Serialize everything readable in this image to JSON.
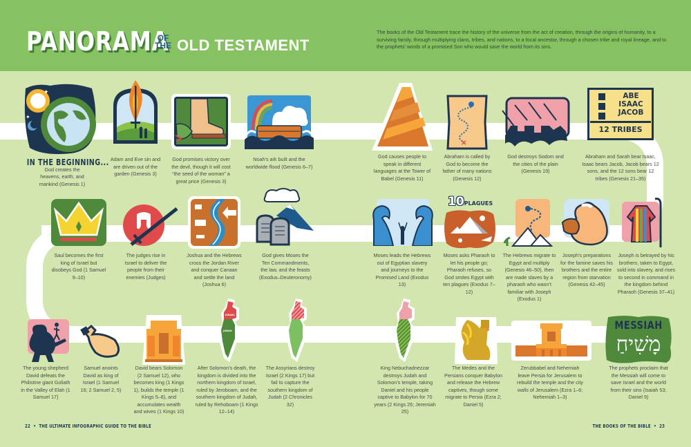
{
  "header": {
    "title_main": "PANORAMA",
    "title_of": "OF",
    "title_the": "THE",
    "title_sub": "OLD TESTAMENT",
    "intro": "The books of the Old Testament trace the history of the universe from the act of creation, through the origins of humanity, to a surviving family, through multiplying clans, tribes, and nations, to a focal ancestor, through a chosen tribe and royal lineage, and to the prophets' words of a promised Son who would save the world from its sins."
  },
  "colors": {
    "header_bg": "#86c262",
    "page_bg": "#d3e6b0",
    "path": "#ffffff",
    "navy": "#1f3a4d",
    "orange": "#d9782d",
    "red": "#e04a4a",
    "dark_green": "#4f8a3c"
  },
  "timeline": {
    "row1": [
      {
        "icon": "earth-sun-moon-icon",
        "heading": "IN THE BEGINNING...",
        "caption": "God creates the heavens, earth, and mankind (Genesis 1)"
      },
      {
        "icon": "flaming-sword-garden-icon",
        "caption": "Adam and Eve sin and are driven out of the garden (Genesis 3)"
      },
      {
        "icon": "foot-crushing-serpent-icon",
        "caption": "God promises victory over the devil, though it will cost “the seed of the woman” a great price (Genesis 3)"
      },
      {
        "icon": "ark-rainbow-icon",
        "caption": "Noah’s ark built and the worldwide flood (Genesis 6–7)"
      },
      {
        "icon": "tower-of-babel-icon",
        "caption": "God causes people to speak in different languages at the Tower of Babel (Genesis 11)"
      },
      {
        "icon": "journey-map-icon",
        "caption": "Abraham is called by God to become the father of many nations (Genesis 12)"
      },
      {
        "icon": "burning-city-icon",
        "caption": "God destroys Sodom and the cities of the plain (Genesis 19)"
      },
      {
        "icon": "patriarchs-sign-icon",
        "sign_lines": [
          "ABE",
          "ISAAC",
          "JACOB"
        ],
        "sign_footer": "12 TRIBES",
        "caption": "Abraham and Sarah bear Isaac, Isaac bears Jacob, Jacob bears 12 sons, and the 12 sons bear 12 tribes (Genesis 21–35)"
      }
    ],
    "row2": [
      {
        "icon": "crown-icon",
        "caption": "Saul becomes the first king of Israel but disobeys God (1 Samuel 9–10)"
      },
      {
        "icon": "helmet-sword-icon",
        "caption": "The judges rise in Israel to deliver the people from their enemies (Judges)"
      },
      {
        "icon": "jordan-river-crossing-icon",
        "caption": "Joshua and the Hebrews cross the Jordan River and conquer Canaan and settle the land (Joshua 6)"
      },
      {
        "icon": "stone-tablets-mountain-icon",
        "caption": "God gives Moses the Ten Commandments, the law, and the feasts (Exodus–Deuteronomy)"
      },
      {
        "icon": "parting-sea-icon",
        "caption": "Moses leads the Hebrews out of Egyptian slavery and journeys to the Promised Land (Exodus 13)"
      },
      {
        "icon": "ten-plagues-icon",
        "badge_number": "10",
        "badge_label": "PLAGUES",
        "caption": "Moses asks Pharaoh to let his people go; Pharaoh refuses, so God smites Egypt with ten plagues (Exodus 7–12)"
      },
      {
        "icon": "pyramids-route-icon",
        "caption": "The Hebrews migrate to Egypt and multiply (Genesis 46–50), then are made slaves by a pharaoh who wasn’t familiar with Joseph (Exodus 1)"
      },
      {
        "icon": "grain-sack-icon",
        "caption": "Joseph’s preparations for the famine saves his brothers and the entire region from starvation (Genesis 42–45)"
      },
      {
        "icon": "coat-of-many-colors-icon",
        "caption": "Joseph is betrayed by his brothers, taken to Egypt, sold into slavery, and rises to second in command in the kingdom behind Pharaoh (Genesis 37–41)"
      }
    ],
    "row3": [
      {
        "icon": "david-goliath-icon",
        "caption": "The young shepherd David defeats the Philistine giant Goliath in the Valley of Elah (1 Samuel 17)"
      },
      {
        "icon": "anointing-oil-flask-icon",
        "caption": "Samuel anoints David as king of Israel (1 Samuel 16; 2 Samuel 2, 5)"
      },
      {
        "icon": "temple-icon",
        "caption": "David bears Solomon (2 Samuel 12), who becomes king (1 Kings 1), builds the temple (1 Kings 5–8), and accumulates wealth and wives (1 Kings 10)"
      },
      {
        "icon": "divided-kingdom-map-icon",
        "map_labels": [
          "ISRAEL",
          "JUDAH"
        ],
        "caption": "After Solomon’s death, the kingdom is divided into the northern kingdom of Israel, ruled by Jeroboam, and the southern kingdom of Judah, ruled by Rehoboam (1 Kings 12–14)"
      },
      {
        "icon": "assyria-conquest-map-icon",
        "caption": "The Assyrians destroy Israel (2 Kings 17) but fail to capture the southern kingdom of Judah (2 Chronicles 32)"
      },
      {
        "icon": "babylon-exile-map-icon",
        "caption": "King Nebuchadnezzar destroys Judah and Solomon’s temple, taking Daniel and his people captive to Babylon for 70 years (2 Kings 25; Jeremiah 25)"
      },
      {
        "icon": "winged-lion-icon",
        "caption": "The Medes and the Persians conquer Babylon and release the Hebrew captives, though some migrate to Persia (Ezra 2; Daniel 5)"
      },
      {
        "icon": "rebuilt-temple-walls-icon",
        "caption": "Zerubbabel and Nehemiah leave Persia for Jerusalem to rebuild the temple and the city walls of Jerusalem (Ezra 1–6; Nehemiah 1–3)"
      },
      {
        "icon": "messiah-badge-icon",
        "badge_title": "MESSIAH",
        "badge_hebrew": "מָשִׁיחַ",
        "caption": "The prophets proclaim that the Messiah will come to save Israel and the world from their sins (Isaiah 53; Daniel 9)"
      }
    ]
  },
  "footer": {
    "left": "22  •  THE ULTIMATE INFOGRAPHIC GUIDE TO THE BIBLE",
    "right": "THE BOOKS OF THE BIBLE  •  23"
  }
}
